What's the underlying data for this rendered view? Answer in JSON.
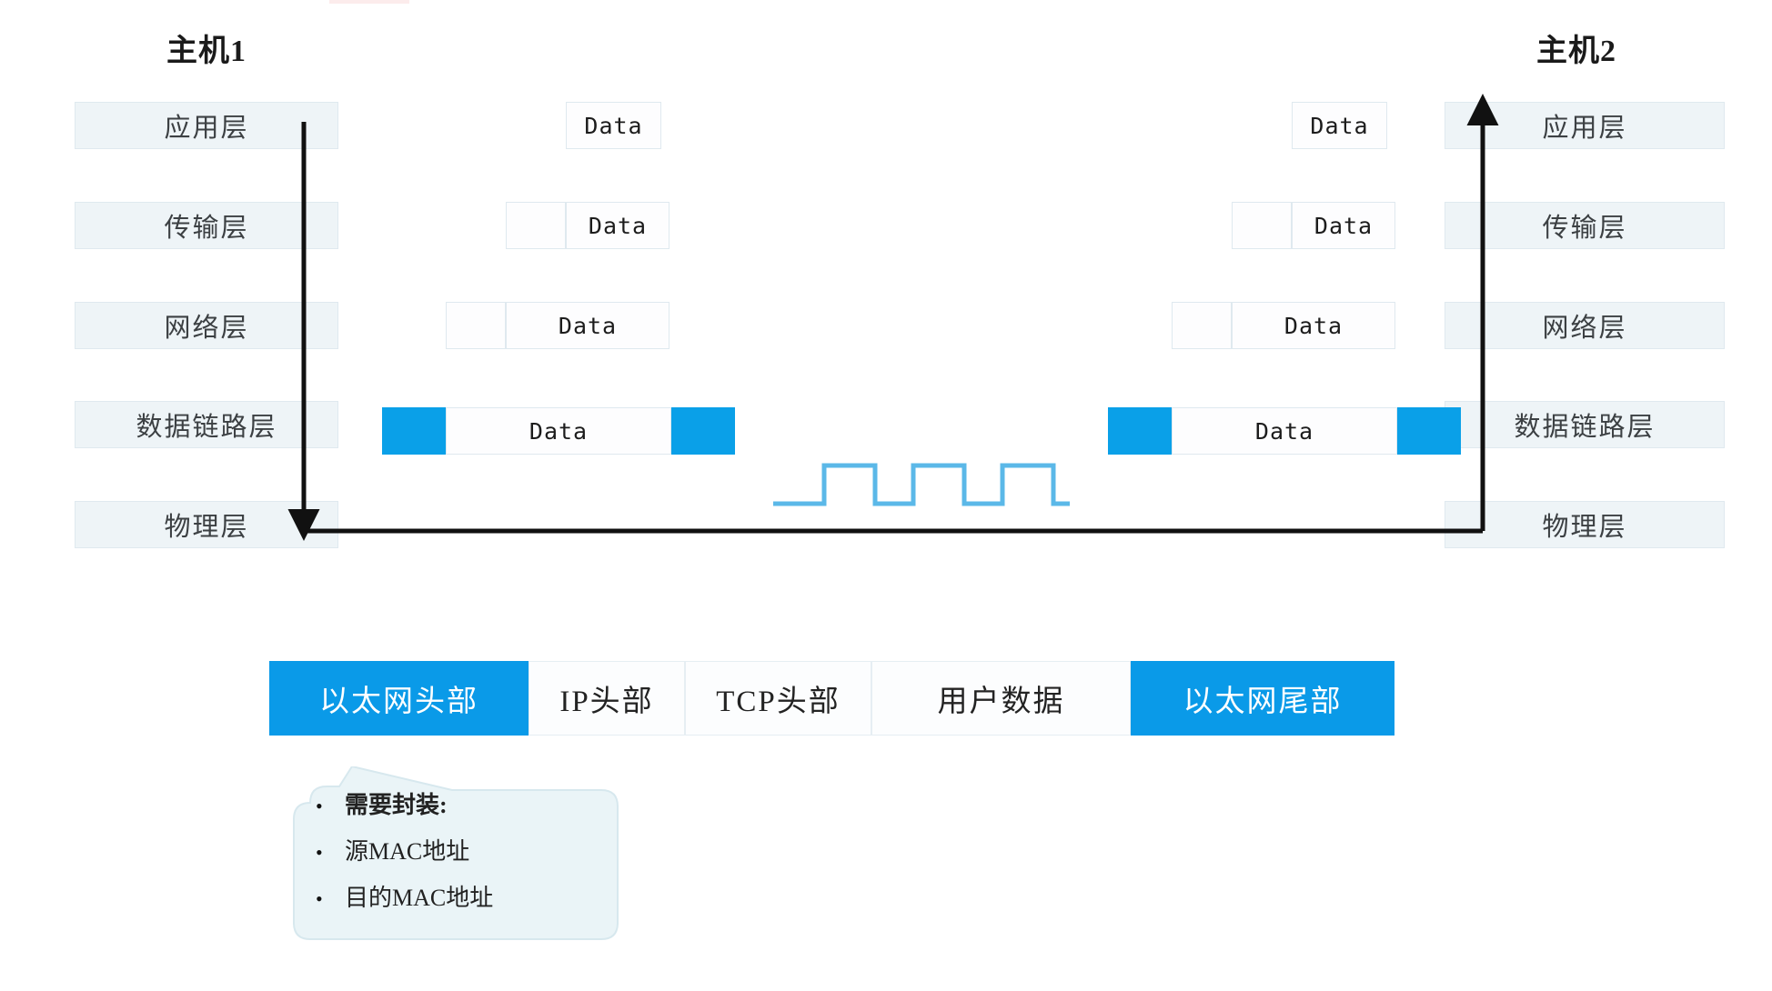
{
  "diagram": {
    "title_left": "主机1",
    "title_right": "主机2",
    "layers": [
      {
        "key": "application",
        "label": "应用层"
      },
      {
        "key": "transport",
        "label": "传输层"
      },
      {
        "key": "network",
        "label": "网络层"
      },
      {
        "key": "datalink",
        "label": "数据链路层"
      },
      {
        "key": "physical",
        "label": "物理层"
      }
    ],
    "packet_label": "Data",
    "packets_left": [
      {
        "layer": "application",
        "label": "Data",
        "headers": 0,
        "trailer": false
      },
      {
        "layer": "transport",
        "label": "Data",
        "headers": 1,
        "trailer": false
      },
      {
        "layer": "network",
        "label": "Data",
        "headers": 1,
        "trailer": false
      },
      {
        "layer": "datalink",
        "label": "Data",
        "headers": 1,
        "trailer": true
      }
    ],
    "packets_right": [
      {
        "layer": "application",
        "label": "Data",
        "headers": 0,
        "trailer": false
      },
      {
        "layer": "transport",
        "label": "Data",
        "headers": 1,
        "trailer": false
      },
      {
        "layer": "network",
        "label": "Data",
        "headers": 1,
        "trailer": false
      },
      {
        "layer": "datalink",
        "label": "Data",
        "headers": 1,
        "trailer": true
      }
    ],
    "signal": {
      "name": "square-wave",
      "pulses": 3
    }
  },
  "frame": {
    "segments": [
      {
        "key": "ethernet-header",
        "label": "以太网头部",
        "accent": true
      },
      {
        "key": "ip-header",
        "label": "IP头部",
        "accent": false
      },
      {
        "key": "tcp-header",
        "label": "TCP头部",
        "accent": false
      },
      {
        "key": "user-data",
        "label": "用户数据",
        "accent": false
      },
      {
        "key": "ethernet-trailer",
        "label": "以太网尾部",
        "accent": true
      }
    ]
  },
  "callout": {
    "bullet": "•",
    "lines": [
      {
        "text": "需要封装:",
        "strong": true
      },
      {
        "text": "源MAC地址",
        "strong": false
      },
      {
        "text": "目的MAC地址",
        "strong": false
      }
    ]
  },
  "colors": {
    "accent_blue": "#0a9ae8",
    "block_blue": "#0aa0e8",
    "layer_fill": "#eef4f7",
    "layer_border": "#dfe9ef",
    "wave_stroke": "#5bb8e8",
    "arrow": "#111111",
    "callout_fill": "#eaf4f7"
  }
}
